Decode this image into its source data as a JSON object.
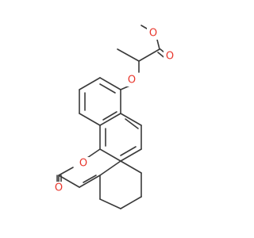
{
  "molecule": {
    "atoms": {
      "o_ester_carbonyl": {
        "label": "O",
        "color": "#e8352b"
      },
      "o_ester_methoxy": {
        "label": "O",
        "color": "#e8352b"
      },
      "o_ether": {
        "label": "O",
        "color": "#e8352b"
      },
      "o_lactone_ring": {
        "label": "O",
        "color": "#e8352b"
      },
      "o_lactone_carbonyl": {
        "label": "O",
        "color": "#e8352b"
      }
    },
    "bond_color": "#3a3a3a"
  }
}
